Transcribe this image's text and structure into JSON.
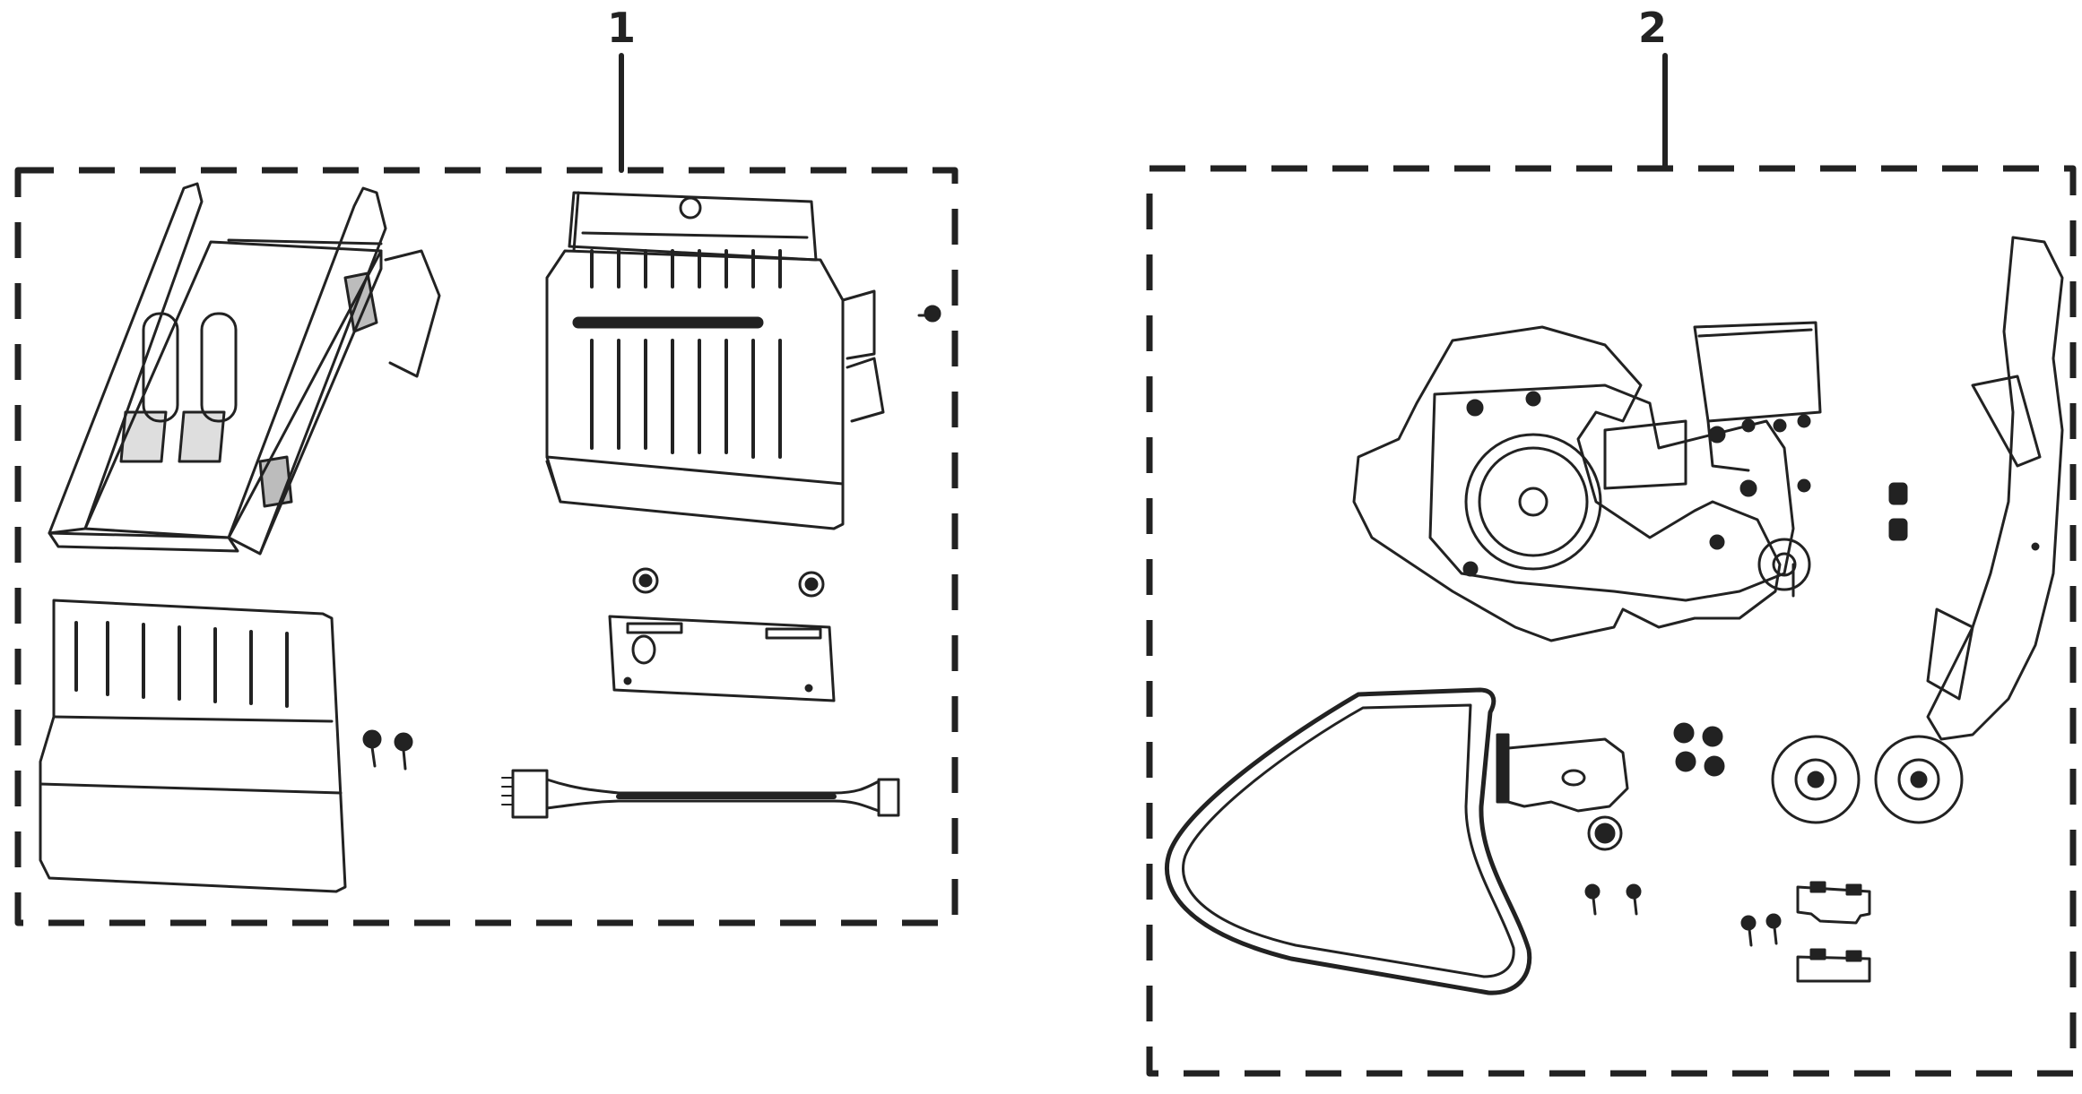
{
  "callouts": [
    {
      "number": "1"
    },
    {
      "number": "2"
    }
  ],
  "colors": {
    "line": "#222222",
    "background": "#ffffff"
  },
  "groups": [
    {
      "callout": "1",
      "parts": [
        "media-tray-icon",
        "cutter-assembly-icon",
        "front-cover-icon",
        "screw-pair-icon",
        "standoff-pair-icon",
        "mounting-plate-icon",
        "wire-harness-icon",
        "small-screw-icon"
      ]
    },
    {
      "callout": "2",
      "parts": [
        "rewind-mechanism-icon",
        "peel-guide-bracket-icon",
        "drive-belt-icon",
        "idler-bracket-icon",
        "spindle-hubs-icon",
        "nut-set-icon",
        "clip-set-icon",
        "screw-set-icon",
        "bushing-pair-icon"
      ]
    }
  ]
}
